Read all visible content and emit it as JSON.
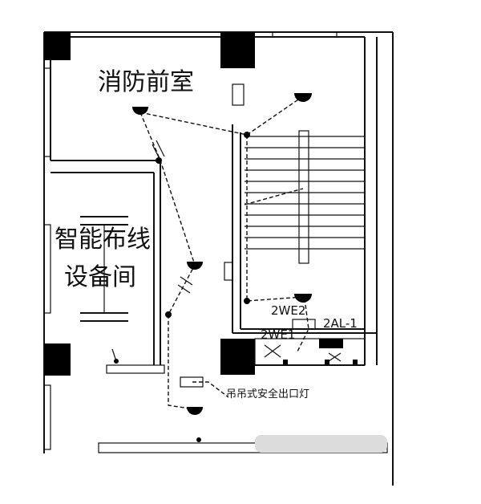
{
  "rooms": {
    "fire_lobby": "消防前室",
    "smart_wiring_line1": "智能布线",
    "smart_wiring_line2": "设备间"
  },
  "circuits": {
    "emergency_1": "2WE2",
    "emergency_2": "2WE1",
    "panel": "2AL-1"
  },
  "annotation": {
    "exit_sign": "吊吊式安全出口灯"
  }
}
